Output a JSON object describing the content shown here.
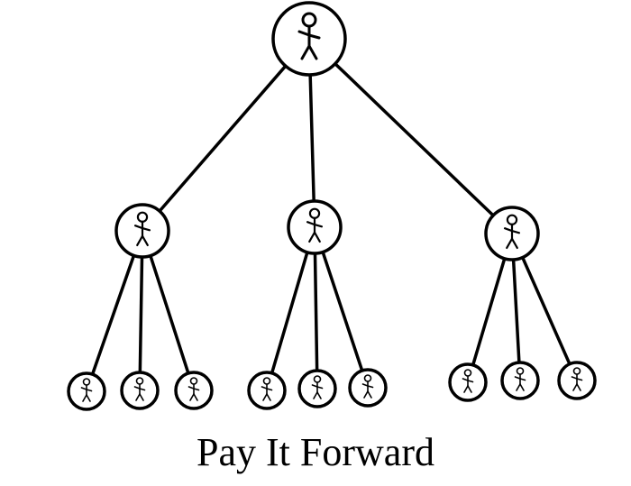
{
  "caption": "Pay It Forward",
  "colors": {
    "stroke": "#000000",
    "background": "#ffffff"
  },
  "icons": {
    "node": "stick-figure-icon"
  },
  "tree": {
    "id": "root",
    "children": [
      {
        "id": "left",
        "children": [
          {
            "id": "left-1"
          },
          {
            "id": "left-2"
          },
          {
            "id": "left-3"
          }
        ]
      },
      {
        "id": "middle",
        "children": [
          {
            "id": "middle-1"
          },
          {
            "id": "middle-2"
          },
          {
            "id": "middle-3"
          }
        ]
      },
      {
        "id": "right",
        "children": [
          {
            "id": "right-1"
          },
          {
            "id": "right-2"
          },
          {
            "id": "right-3"
          }
        ]
      }
    ]
  }
}
